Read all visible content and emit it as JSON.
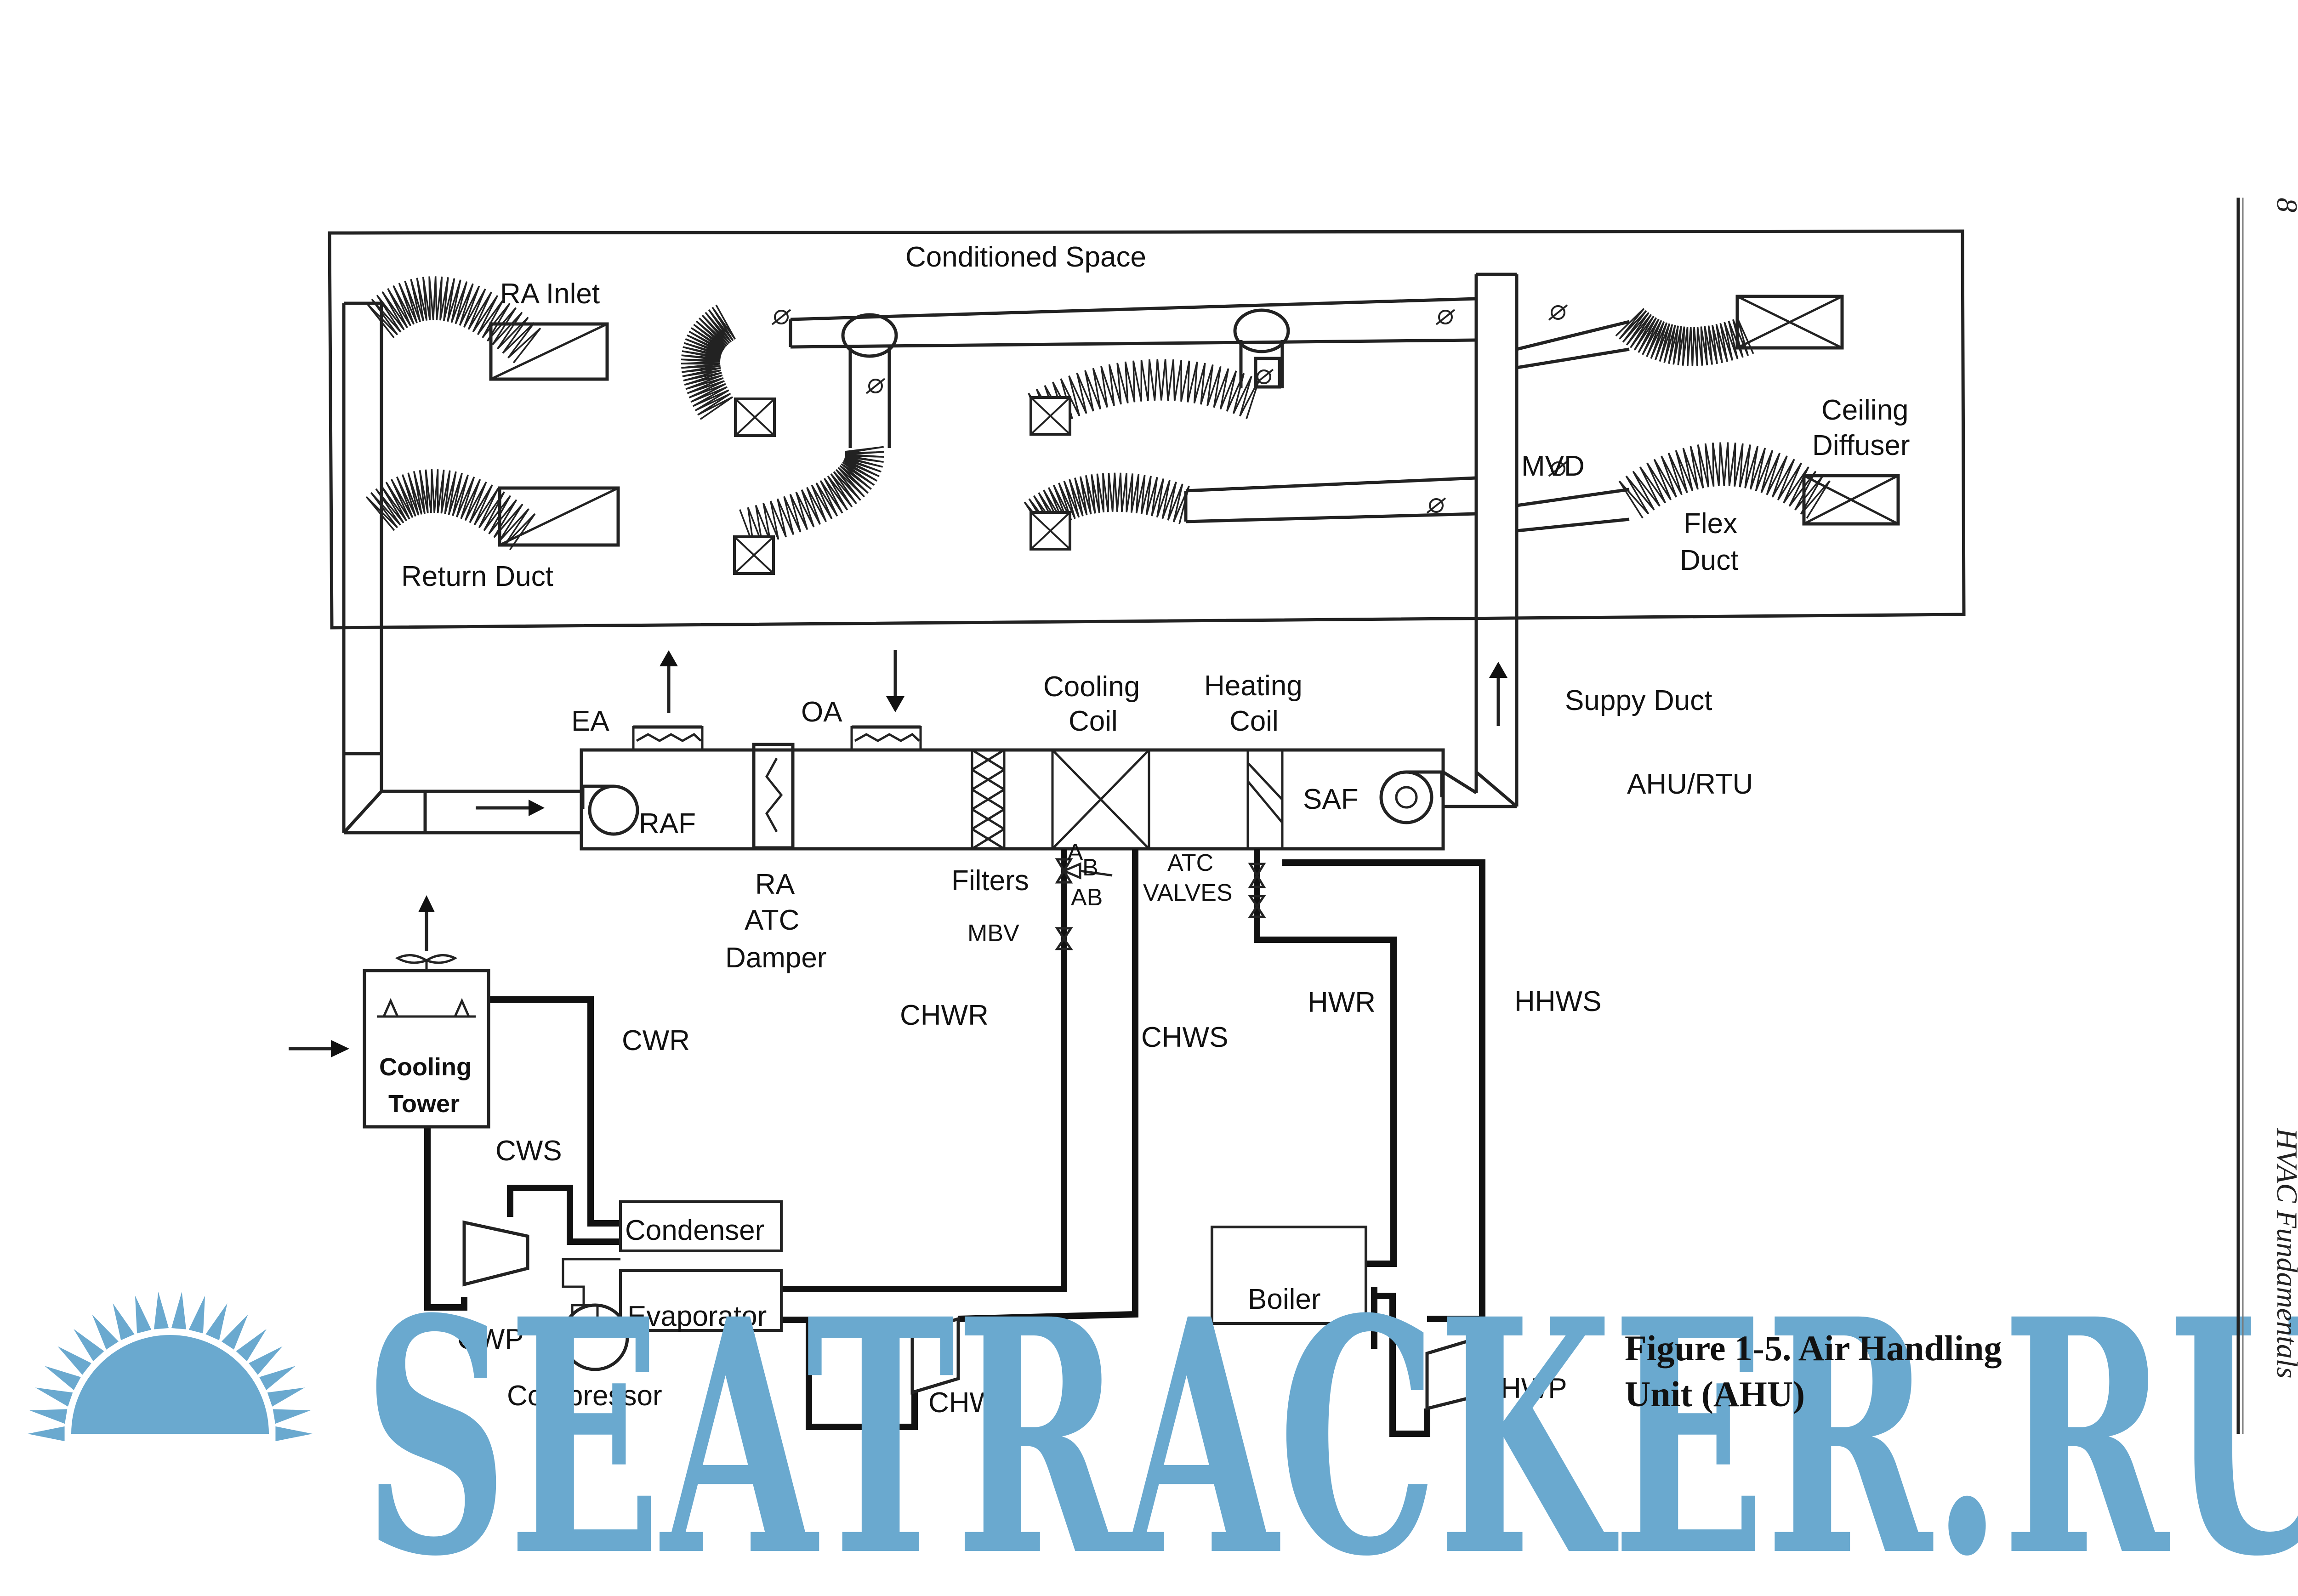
{
  "page": {
    "page_number": "8",
    "running_head": "HVAC Fundamentals"
  },
  "labels": {
    "conditioned_space": "Conditioned Space",
    "ra_inlet": "RA Inlet",
    "return_duct": "Return Duct",
    "ceiling_diffuser_1": "Ceiling",
    "ceiling_diffuser_2": "Diffuser",
    "mvd": "MVD",
    "flex_duct_1": "Flex",
    "flex_duct_2": "Duct",
    "supply_duct": "Suppy Duct",
    "ahu_rtu": "AHU/RTU",
    "ea": "EA",
    "oa": "OA",
    "cooling_coil_1": "Cooling",
    "cooling_coil_2": "Coil",
    "heating_coil_1": "Heating",
    "heating_coil_2": "Coil",
    "raf": "RAF",
    "saf": "SAF",
    "ra_damper_1": "RA",
    "ra_damper_2": "ATC",
    "ra_damper_3": "Damper",
    "filters": "Filters",
    "mbv": "MBV",
    "atc_valves_1": "ATC",
    "atc_valves_2": "VALVES",
    "cwr": "CWR",
    "chwr": "CHWR",
    "chws": "CHWS",
    "hwr": "HWR",
    "hhws": "HHWS",
    "cws": "CWS",
    "cooling_tower_1": "Cooling",
    "cooling_tower_2": "Tower",
    "condenser": "Condenser",
    "evaporator": "Evaporator",
    "cwp": "CWP",
    "compressor": "Compressor",
    "chwp": "CHWP",
    "boiler": "Boiler",
    "hwp": "HWP",
    "valve_a": "A",
    "valve_b": "B",
    "valve_ab": "AB"
  },
  "caption": {
    "line1": "Figure 1-5. Air Handling",
    "line2": "Unit (AHU)"
  },
  "watermark": {
    "text": "SEATRACKER.RU",
    "color": "#6aa9cf"
  }
}
